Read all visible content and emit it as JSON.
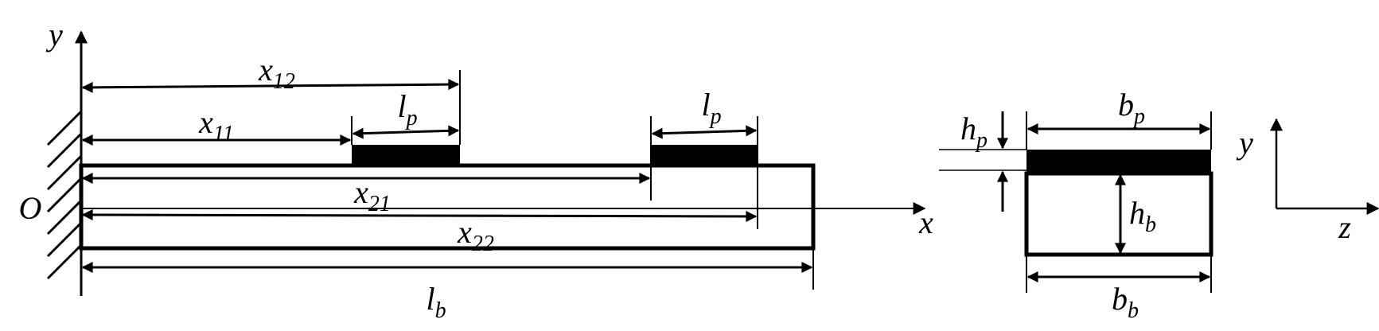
{
  "labels": {
    "y_axis": "y",
    "x_axis": "x",
    "origin": "O",
    "x12": {
      "base": "x",
      "sub": "12"
    },
    "x11": {
      "base": "x",
      "sub": "11"
    },
    "x21": {
      "base": "x",
      "sub": "21"
    },
    "x22": {
      "base": "x",
      "sub": "22"
    },
    "lp_left": {
      "base": "l",
      "sub": "p"
    },
    "lp_right": {
      "base": "l",
      "sub": "p"
    },
    "lb": {
      "base": "l",
      "sub": "b"
    },
    "hp": {
      "base": "h",
      "sub": "p"
    },
    "hb": {
      "base": "h",
      "sub": "b"
    },
    "bp": {
      "base": "b",
      "sub": "p"
    },
    "bb": {
      "base": "b",
      "sub": "b"
    },
    "section_y": "y",
    "section_z": "z"
  },
  "colors": {
    "line": "#000000",
    "piezo_patch": "#000000",
    "background": "#ffffff"
  }
}
